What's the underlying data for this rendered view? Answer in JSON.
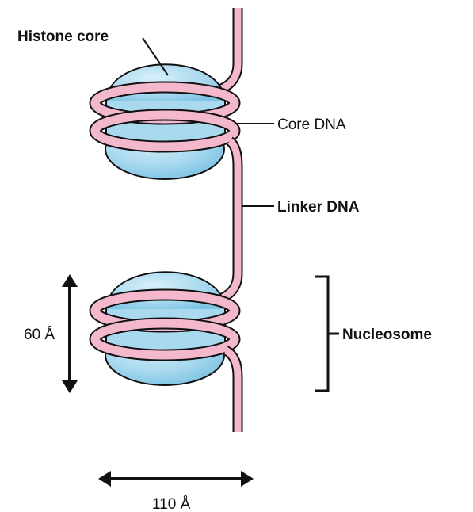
{
  "labels": {
    "histone_core": "Histone core",
    "core_dna": "Core DNA",
    "linker_dna": "Linker DNA",
    "nucleosome": "Nucleosome",
    "height": "60 Å",
    "width": "110 Å"
  },
  "colors": {
    "dna_fill": "#f4b8cc",
    "dna_stroke": "#111111",
    "histone_fill": "#a9d9ef",
    "histone_dark": "#7cc3e4",
    "histone_light": "#d8f0fa"
  }
}
